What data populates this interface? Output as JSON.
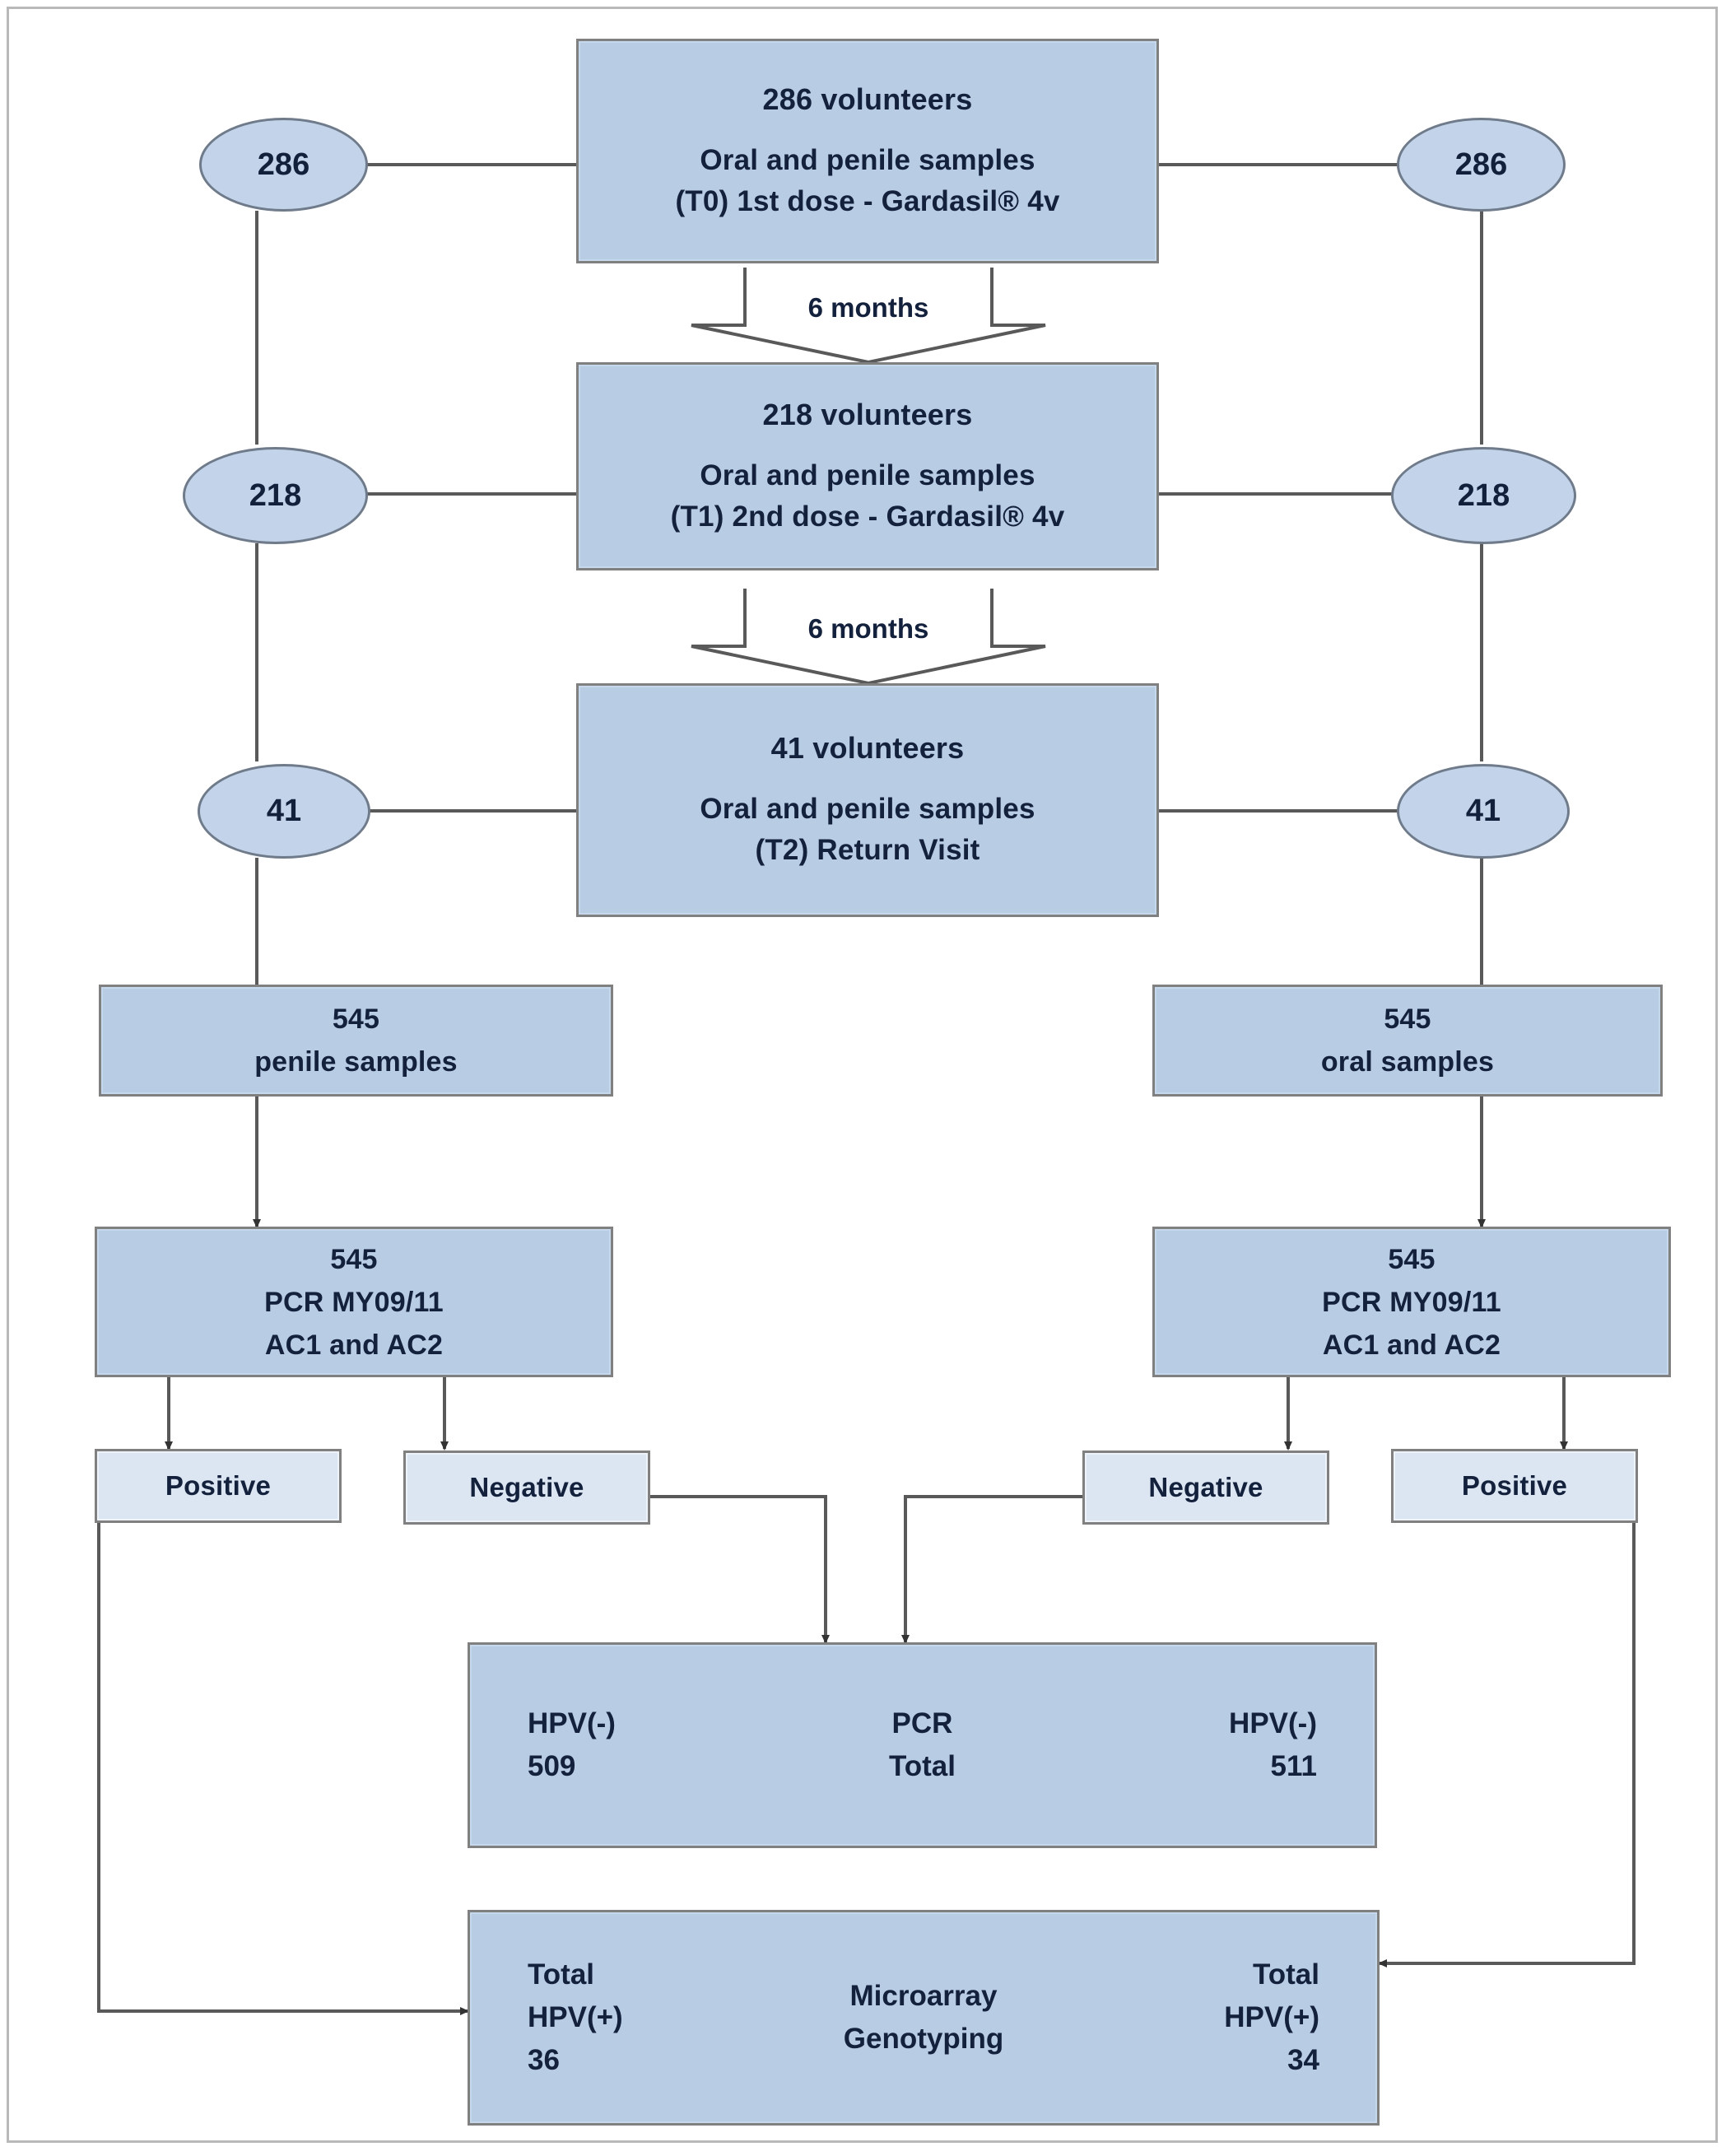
{
  "diagram": {
    "title": "HPV vaccination study flow chart",
    "colors": {
      "box_fill_dark": "#b8cce4",
      "box_fill_light": "#dce6f2",
      "box_border": "#808080",
      "oval_fill": "#c3d4ea",
      "oval_border": "#6f7b8a",
      "text": "#14213d",
      "connector": "#595959",
      "frame": "#b9b9b9"
    },
    "timepoints": [
      {
        "id": "t0",
        "count_line": "286 volunteers",
        "samples_line": "Oral and penile samples",
        "visit_line": "(T0) 1st dose - Gardasil® 4v",
        "oval_left": "286",
        "oval_right": "286"
      },
      {
        "id": "t1",
        "count_line": "218 volunteers",
        "samples_line": "Oral and penile samples",
        "visit_line": "(T1) 2nd dose - Gardasil® 4v",
        "oval_left": "218",
        "oval_right": "218"
      },
      {
        "id": "t2",
        "count_line": "41 volunteers",
        "samples_line": "Oral and penile samples",
        "visit_line": "(T2) Return Visit",
        "oval_left": "41",
        "oval_right": "41"
      }
    ],
    "interval_labels": [
      "6 months",
      "6 months"
    ],
    "samples": {
      "penile": {
        "count": "545",
        "label": "penile samples"
      },
      "oral": {
        "count": "545",
        "label": "oral samples"
      }
    },
    "pcr": {
      "penile": {
        "count": "545",
        "assay": "PCR MY09/11",
        "controls": "AC1 and AC2"
      },
      "oral": {
        "count": "545",
        "assay": "PCR MY09/11",
        "controls": "AC1 and AC2"
      }
    },
    "results": {
      "penile_positive": "Positive",
      "penile_negative": "Negative",
      "oral_negative": "Negative",
      "oral_positive": "Positive"
    },
    "pcr_total": {
      "center_line1": "PCR",
      "center_line2": "Total",
      "left_label": "HPV(-)",
      "left_value": "509",
      "right_label": "HPV(-)",
      "right_value": "511"
    },
    "microarray": {
      "center_line1": "Microarray",
      "center_line2": "Genotyping",
      "left_label1": "Total",
      "left_label2": "HPV(+)",
      "left_value": "36",
      "right_label1": "Total",
      "right_label2": "HPV(+)",
      "right_value": "34"
    }
  }
}
